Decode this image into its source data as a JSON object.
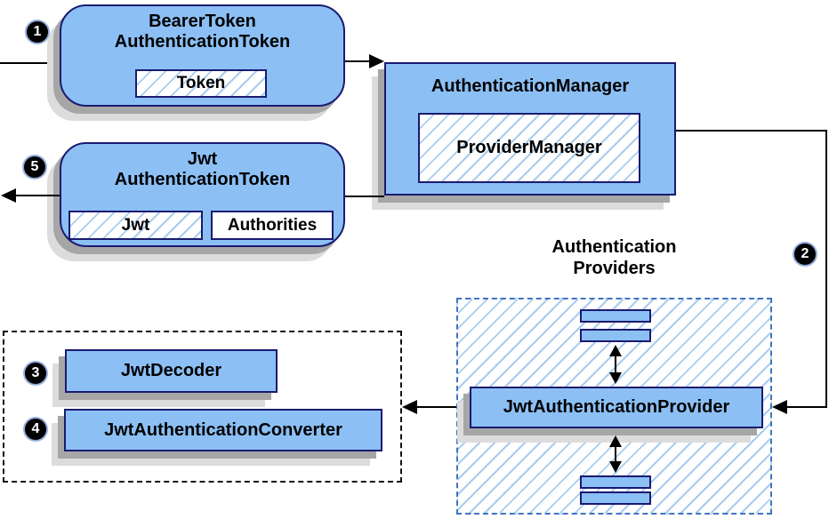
{
  "colors": {
    "node_fill": "#8CC0F5",
    "node_border": "#1A1A70",
    "hatch_line": "#A9CCEF",
    "dashed_blue_border": "#3F74C2",
    "connector": "#000000"
  },
  "nodes": {
    "bearer_token": {
      "title_line1": "BearerToken",
      "title_line2": "AuthenticationToken",
      "inner_token": "Token"
    },
    "authentication_manager": {
      "title": "AuthenticationManager",
      "inner_provider_manager": "ProviderManager"
    },
    "jwt_authentication_token": {
      "title_line1": "Jwt",
      "title_line2": "AuthenticationToken",
      "inner_jwt": "Jwt",
      "inner_authorities": "Authorities"
    },
    "jwt_decoder": {
      "title": "JwtDecoder"
    },
    "jwt_authentication_converter": {
      "title": "JwtAuthenticationConverter"
    },
    "jwt_authentication_provider": {
      "title": "JwtAuthenticationProvider"
    },
    "authentication_providers_group": {
      "label_line1": "Authentication",
      "label_line2": "Providers"
    }
  },
  "steps": {
    "one": "1",
    "two": "2",
    "three": "3",
    "four": "4",
    "five": "5"
  }
}
